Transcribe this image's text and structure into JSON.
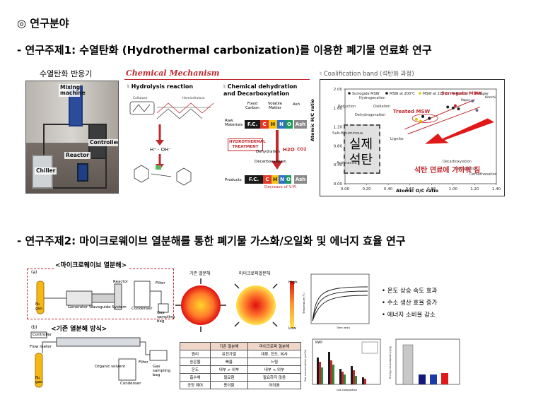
{
  "section_title": "◎ 연구분야",
  "topic1": "- 연구주제1: 수열탄화 (Hydrothermal carbonization)를 이용한 폐기물 연료화 연구",
  "reactor": {
    "caption": "수열탄화 반응기",
    "labels": {
      "mixing": "Mixing machine",
      "reactor": "Reactor",
      "controller": "Controller",
      "chiller": "Chiller"
    }
  },
  "mechanism": {
    "title": "Chemical Mechanism",
    "hydrolysis": "Hydrolysis reaction",
    "dehydration": "Chemical dehydration and Decarboxylation",
    "col_fixed": "Fixed Carbon",
    "col_volatile": "Volatile Matter",
    "col_ash": "Ash",
    "raw": "Raw Materials",
    "products": "Products",
    "fc": "F.C.",
    "ash": "Ash",
    "c": "C",
    "h": "H",
    "o": "O",
    "n": "N",
    "treatment": "HYDROTHERMAL TREATMENT",
    "dehydration_step": "Dehydration",
    "decarboxylation_step": "Decarboxylation",
    "h2o": "H2O",
    "co2": "CO2",
    "decrease": "Decrease of V.M.",
    "ions": "H⁺ · OH⁻",
    "cellulose": "Cellulose",
    "hemicellulose": "Hemicellulose"
  },
  "coal_band": {
    "title": "Coalification band (석탄화 과정)",
    "arrow_label": "석탄 연료에 가까워 짐",
    "box_text_1": "실제",
    "box_text_2": "석탄",
    "sub_bituminous": "Sub-Bituminous",
    "anthracite": "Anthracite",
    "lignite": "Lignite",
    "treated_msw": "Treated MSW",
    "surrogate_msw": "Surrogate MSW",
    "hydrogenation": "Hydrogenation",
    "reduction": "Reduction",
    "oxidation": "Oxidation",
    "dehydrogenation": "Dehydrogenation",
    "decarboxylation": "Decarboxylation",
    "dehydration": "Dehydration",
    "demethanation": "Demethanation",
    "paper": "Paper",
    "kimchi": "Kimchi"
  },
  "chart_data": {
    "type": "scatter",
    "xlabel": "Atomic O/C ratio",
    "ylabel": "Atomic H/C ratio",
    "xlim": [
      0,
      1.4
    ],
    "ylim": [
      0,
      2.0
    ],
    "xticks": [
      "0.00",
      "0.20",
      "0.40",
      "0.60",
      "0.80",
      "1.00",
      "1.20",
      "1.40"
    ],
    "yticks": [
      "0.00",
      "0.40",
      "0.80",
      "1.20",
      "1.60",
      "2.00"
    ],
    "legend": [
      "Surrogate MSW",
      "MSW at 200℃",
      "MSW at 220℃",
      "Kimchi",
      "Paper"
    ],
    "series": [
      {
        "name": "Surrogate MSW",
        "color": "#222222",
        "x": [
          0.95,
          1.0,
          1.05
        ],
        "y": [
          1.62,
          1.6,
          1.58
        ]
      },
      {
        "name": "MSW at 200℃",
        "color": "#111111",
        "x": [
          0.72,
          0.78
        ],
        "y": [
          1.42,
          1.38
        ]
      },
      {
        "name": "MSW at 220℃",
        "color": "#e4c400",
        "x": [
          0.66,
          0.7
        ],
        "y": [
          1.36,
          1.32
        ]
      },
      {
        "name": "Kimchi",
        "color": "#666699",
        "x": [
          1.18,
          1.22
        ],
        "y": [
          1.75,
          1.55
        ]
      },
      {
        "name": "Paper",
        "color": "#c0282d",
        "x": [
          1.02
        ],
        "y": [
          1.65
        ]
      }
    ]
  },
  "topic2": "- 연구주제2: 마이크로웨이브 열분해를 통한 폐기물 가스화/오일화 및 에너지 효율 연구",
  "microwave": {
    "label": "<마이크로웨이브 열분해>",
    "conventional_label": "<기존 열분해 방식>",
    "panel_a": "(a)",
    "panel_b": "(b)",
    "gen": "Generator",
    "waveguide": "Waveguide System",
    "reactor": "Reactor",
    "condenser": "Condenser",
    "gas_bag": "Gas sampling bag",
    "filter": "Filter",
    "controller": "Controller",
    "flow_meter": "Flow meter",
    "organic_solvent": "Organic solvent",
    "n2": "N₂ gas"
  },
  "heat": {
    "conventional": "기존 열분해",
    "microwave": "마이크로파열분해",
    "high": "High",
    "low": "Low"
  },
  "table": {
    "headers": [
      "",
      "기존 열분해",
      "마이크로파 열분해"
    ],
    "rows": [
      [
        "원리",
        "유전가열",
        "대류, 전도, 복사"
      ],
      [
        "승온율",
        "빠름",
        "느림"
      ],
      [
        "온도",
        "내부 > 외부",
        "내부 < 외부"
      ],
      [
        "흡수체",
        "필요함",
        "필요하지 않음"
      ],
      [
        "공정 제어",
        "용이함",
        "어려움"
      ]
    ]
  },
  "bullets": [
    "온도 상승 속도 효과",
    "수소 생산 효율 증가",
    "에너지 소비율 감소"
  ],
  "mini": {
    "line_ylabel": "Temperature (℃)",
    "line_xlabel": "Time (min)",
    "bar_title": "MWP",
    "bar_ylabel": "Gas concentration (vol %)",
    "bar_xlabel": "Gas composition",
    "bar2_ylabel": "Energy consumption (kJ/g)"
  }
}
